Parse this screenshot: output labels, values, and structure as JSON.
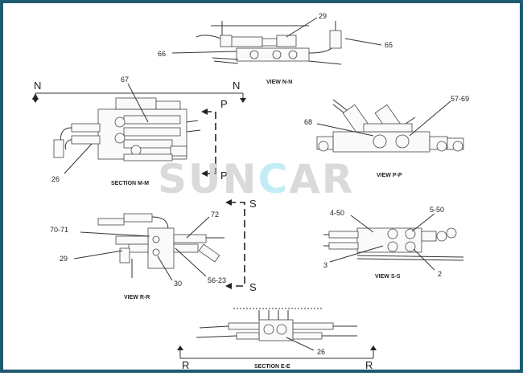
{
  "views": {
    "n_n": "VIEW N-N",
    "m_m": "SECTION M-M",
    "p_p": "VIEW P-P",
    "r_r": "VIEW R-R",
    "s_s": "VIEW S-S",
    "e_e": "SECTION E-E"
  },
  "section_letters": {
    "n_left": "N",
    "n_right": "N",
    "p_top": "P",
    "p_bottom": "P",
    "s_top": "S",
    "s_bottom": "S",
    "r_left": "R",
    "r_right": "R"
  },
  "callouts": {
    "c29_top": "29",
    "c65": "65",
    "c66": "66",
    "c67": "67",
    "c26_left": "26",
    "c68": "68",
    "c57_69": "57-69",
    "c70_71": "70-71",
    "c72": "72",
    "c29_mid": "29",
    "c30": "30",
    "c56_23": "56-23",
    "c4_50": "4-50",
    "c5_50": "5-50",
    "c3": "3",
    "c2": "2",
    "c26_bottom": "26"
  },
  "watermark": {
    "left": "SUN",
    "accent": "C",
    "right": "AR"
  },
  "colors": {
    "border": "#1f5a6e",
    "watermark": "#bdbdbd",
    "watermark_accent": "#39c3dd"
  }
}
